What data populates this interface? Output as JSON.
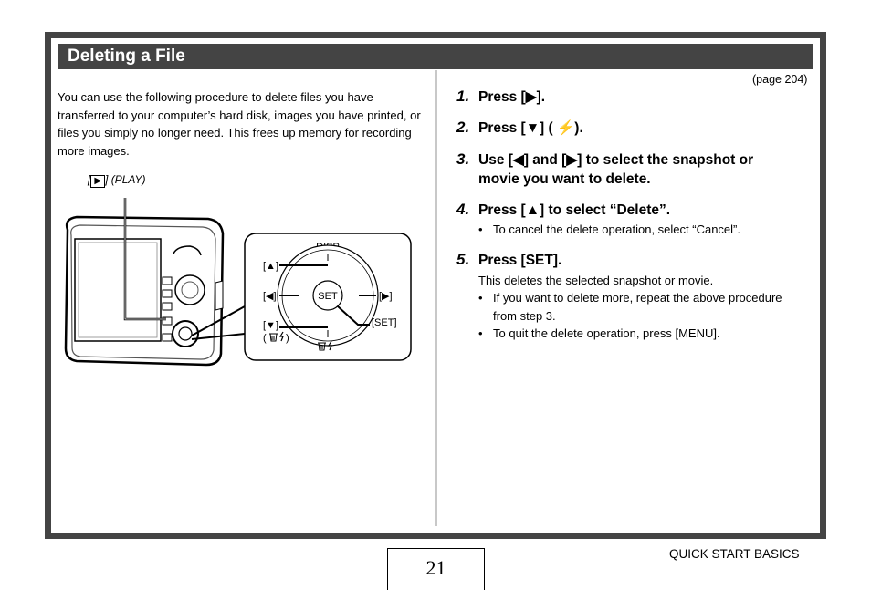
{
  "header": {
    "title": "Deleting a File"
  },
  "intro": {
    "text": "You can use the following procedure to delete files you have transferred to your computer’s hard disk, images you have printed, or files you simply no longer need. This frees up memory for recording more images."
  },
  "figure": {
    "play_caption_open": "[",
    "play_caption_close": "] (PLAY)",
    "labels": {
      "disp": "DISP",
      "up": "[▲]",
      "left": "[◀]",
      "right": "[▶]",
      "down": "[▼]",
      "set": "SET",
      "set_bracket": "[SET]"
    }
  },
  "page_ref": "(page 204)",
  "steps": [
    {
      "num": "1.",
      "text": "Press [▶]."
    },
    {
      "num": "2.",
      "text": "Press [▼] ( ⚡)."
    },
    {
      "num": "3.",
      "text": "Use [◀] and [▶] to select the snapshot or movie you want to delete."
    },
    {
      "num": "4.",
      "text": "Press [▲] to select “Delete”."
    },
    {
      "num": "5.",
      "text": "Press [SET]."
    }
  ],
  "step4_bullets": [
    "To cancel the delete operation, select “Cancel”."
  ],
  "step5_note": "This deletes the selected snapshot or movie.",
  "step5_bullets": [
    "If you want to delete more, repeat the above procedure from step 3.",
    "To quit the delete operation, press [MENU]."
  ],
  "footer": {
    "page_number": "21",
    "section": "QUICK START BASICS"
  }
}
